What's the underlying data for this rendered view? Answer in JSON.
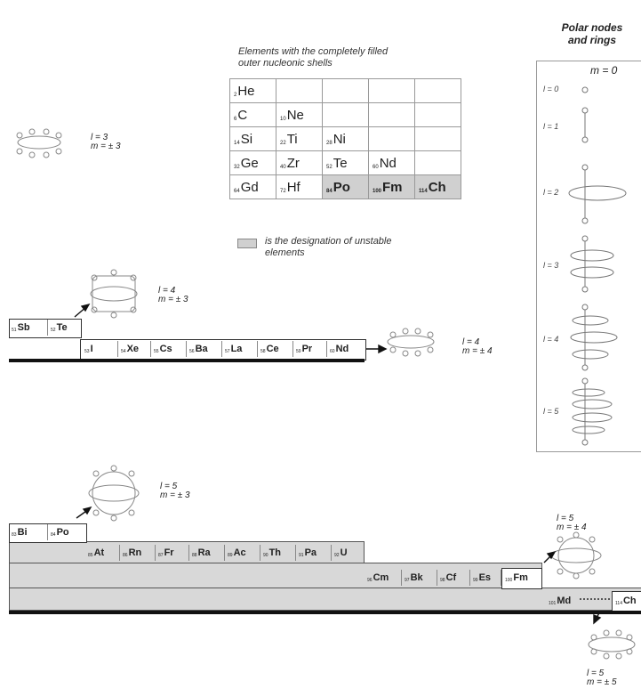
{
  "polar": {
    "title_line1": "Polar nodes",
    "title_line2": "and rings",
    "m_label": "m = 0",
    "l_labels": [
      "l = 0",
      "l = 1",
      "l = 2",
      "l = 3",
      "l = 4",
      "l = 5"
    ]
  },
  "shell_table": {
    "caption_line1": "Elements with the completely filled",
    "caption_line2": "outer nucleonic shells",
    "rows": [
      [
        {
          "z": "2",
          "sym": "He"
        }
      ],
      [
        {
          "z": "6",
          "sym": "C"
        },
        {
          "z": "10",
          "sym": "Ne"
        }
      ],
      [
        {
          "z": "14",
          "sym": "Si"
        },
        {
          "z": "22",
          "sym": "Ti"
        },
        {
          "z": "28",
          "sym": "Ni"
        }
      ],
      [
        {
          "z": "32",
          "sym": "Ge"
        },
        {
          "z": "40",
          "sym": "Zr"
        },
        {
          "z": "52",
          "sym": "Te"
        },
        {
          "z": "60",
          "sym": "Nd"
        }
      ],
      [
        {
          "z": "64",
          "sym": "Gd"
        },
        {
          "z": "72",
          "sym": "Hf"
        },
        {
          "z": "84",
          "sym": "Po"
        },
        {
          "z": "100",
          "sym": "Fm"
        },
        {
          "z": "114",
          "sym": "Ch"
        }
      ]
    ],
    "legend_line1": "is the designation of unstable",
    "legend_line2": "elements"
  },
  "annotations": {
    "a1_l": "l = 3",
    "a1_m": "m = ± 3",
    "a2_l": "l = 4",
    "a2_m": "m = ± 3",
    "a3_l": "l = 4",
    "a3_m": "m = ± 4",
    "a4_l": "l = 5",
    "a4_m": "m = ± 3",
    "a5_l": "l = 5",
    "a5_m": "m = ± 4",
    "a6_l": "l = 5",
    "a6_m": "m = ± 5"
  },
  "row5": {
    "step": [
      {
        "z": "51",
        "sym": "Sb"
      },
      {
        "z": "52",
        "sym": "Te"
      }
    ],
    "main": [
      {
        "z": "53",
        "sym": "I"
      },
      {
        "z": "54",
        "sym": "Xe"
      },
      {
        "z": "55",
        "sym": "Cs"
      },
      {
        "z": "56",
        "sym": "Ba"
      },
      {
        "z": "57",
        "sym": "La"
      },
      {
        "z": "58",
        "sym": "Ce"
      },
      {
        "z": "59",
        "sym": "Pr"
      },
      {
        "z": "60",
        "sym": "Nd"
      }
    ]
  },
  "row6": {
    "step": [
      {
        "z": "83",
        "sym": "Bi"
      },
      {
        "z": "84",
        "sym": "Po"
      }
    ],
    "mid": [
      {
        "z": "85",
        "sym": "At"
      },
      {
        "z": "86",
        "sym": "Rn"
      },
      {
        "z": "87",
        "sym": "Fr"
      },
      {
        "z": "88",
        "sym": "Ra"
      },
      {
        "z": "89",
        "sym": "Ac"
      },
      {
        "z": "90",
        "sym": "Th"
      },
      {
        "z": "91",
        "sym": "Pa"
      },
      {
        "z": "92",
        "sym": "U"
      }
    ],
    "low": [
      {
        "z": "96",
        "sym": "Cm"
      },
      {
        "z": "97",
        "sym": "Bk"
      },
      {
        "z": "98",
        "sym": "Cf"
      },
      {
        "z": "99",
        "sym": "Es"
      },
      {
        "z": "100",
        "sym": "Fm"
      }
    ],
    "end": [
      {
        "z": "101",
        "sym": "Md"
      },
      {
        "z": "114",
        "sym": "Ch"
      }
    ]
  }
}
